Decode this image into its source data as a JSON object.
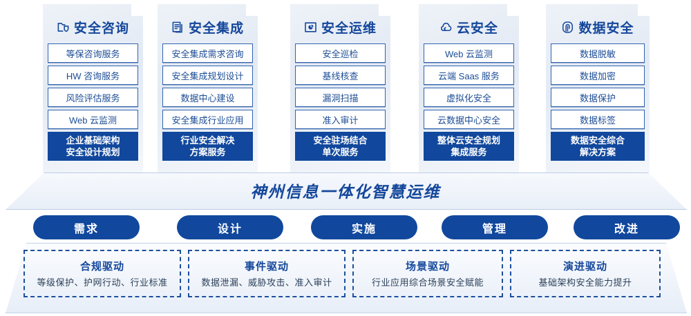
{
  "theme": {
    "primary": "#11489d",
    "title_blue": "#14479b",
    "box_border": "#2f63b0",
    "box_text": "#1c4d96",
    "dashed_border": "#1b4f9c",
    "card_bg_light": "#eef2f8",
    "card_bg_dark": "#e3eaf4"
  },
  "cards": [
    {
      "icon": "folder-shield-icon",
      "title": "安全咨询",
      "services": [
        "等保咨询服务",
        "HW 咨询服务",
        "风险评估服务",
        "Web 云监测"
      ],
      "footer_line1": "企业基础架构",
      "footer_line2": "安全设计规划"
    },
    {
      "icon": "documents-stack-icon",
      "title": "安全集成",
      "services": [
        "安全集成需求咨询",
        "安全集成规划设计",
        "数据中心建设",
        "安全集成行业应用"
      ],
      "footer_line1": "行业安全解决",
      "footer_line2": "方案服务"
    },
    {
      "icon": "chart-box-icon",
      "title": "安全运维",
      "services": [
        "安全巡检",
        "基线核查",
        "漏洞扫描",
        "准入审计"
      ],
      "footer_line1": "安全驻场结合",
      "footer_line2": "单次服务"
    },
    {
      "icon": "cloud-icon",
      "title": "云安全",
      "services": [
        "Web 云监测",
        "云端 Saas 服务",
        "虚拟化安全",
        "云数据中心安全"
      ],
      "footer_line1": "整体云安全规划",
      "footer_line2": "集成服务"
    },
    {
      "icon": "fingerprint-icon",
      "title": "数据安全",
      "services": [
        "数据脱敏",
        "数据加密",
        "数据保护",
        "数据标签"
      ],
      "footer_line1": "数据安全综合",
      "footer_line2": "解决方案"
    }
  ],
  "banner": {
    "text": "神州信息一体化智慧运维"
  },
  "pills": [
    {
      "label": "需求"
    },
    {
      "label": "设计"
    },
    {
      "label": "实施"
    },
    {
      "label": "管理"
    },
    {
      "label": "改进"
    }
  ],
  "drivers": [
    {
      "title": "合规驱动",
      "desc": "等级保护、护网行动、行业标准"
    },
    {
      "title": "事件驱动",
      "desc": "数据泄漏、威胁攻击、准入审计"
    },
    {
      "title": "场景驱动",
      "desc": "行业应用综合场景安全赋能"
    },
    {
      "title": "演进驱动",
      "desc": "基础架构安全能力提升"
    }
  ]
}
